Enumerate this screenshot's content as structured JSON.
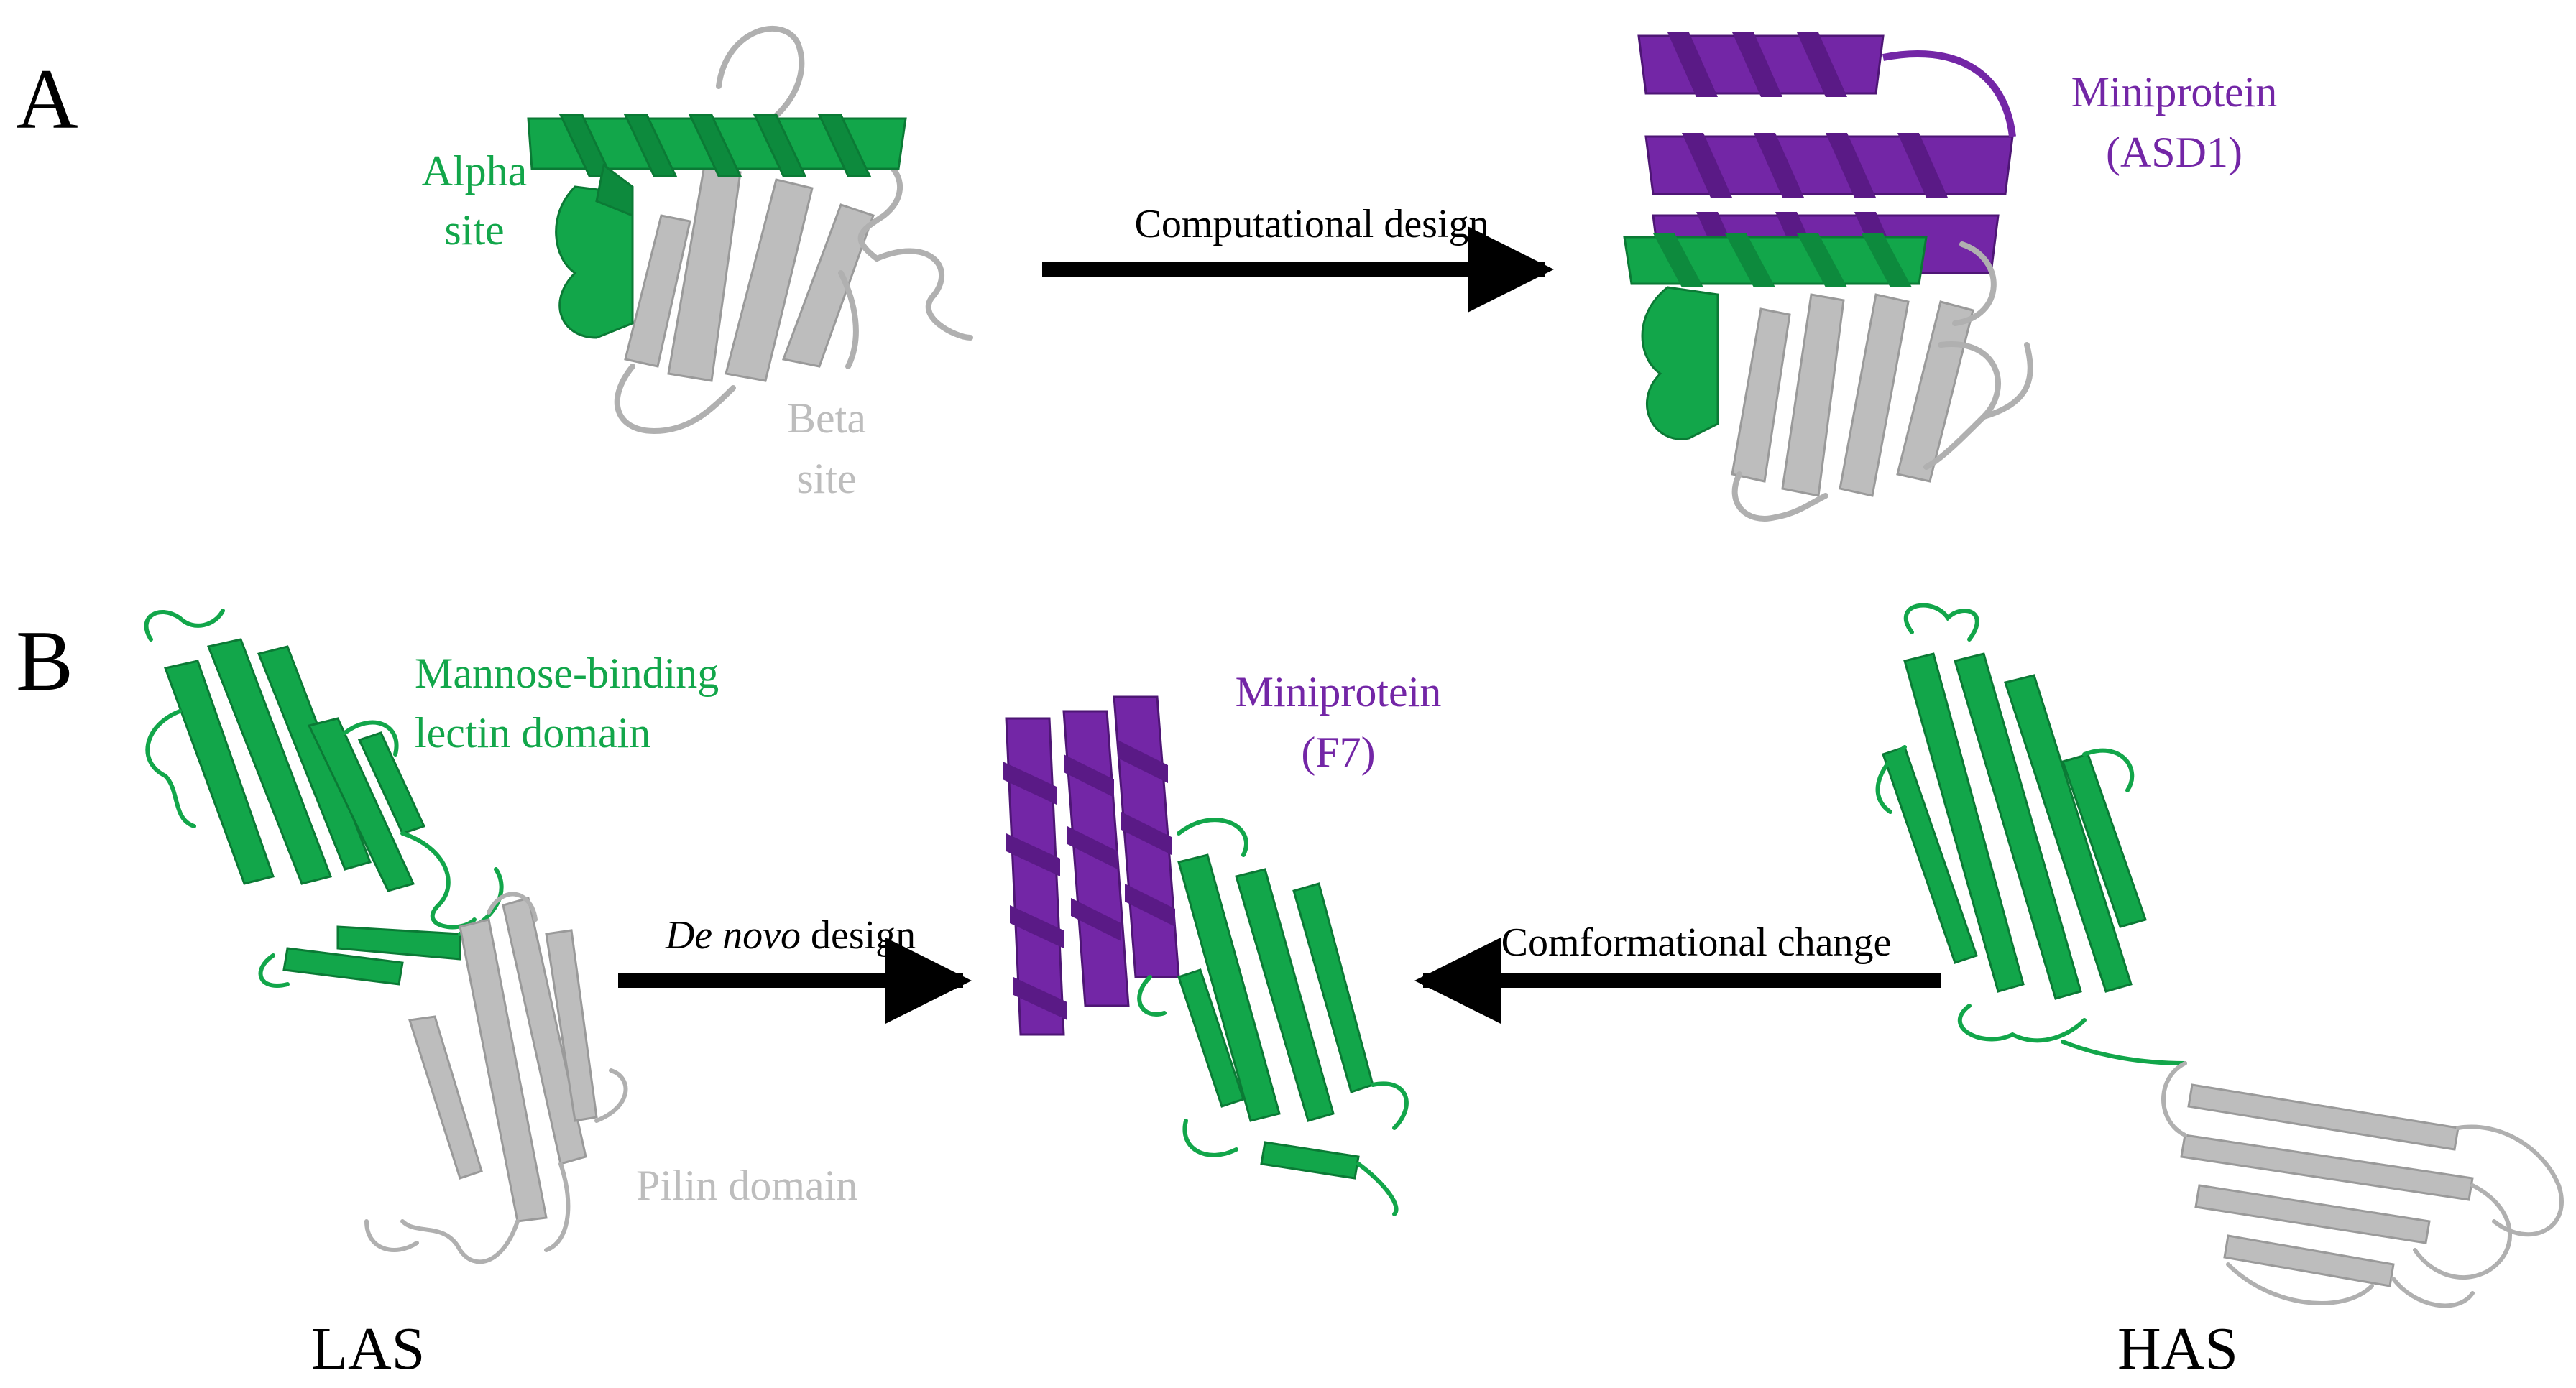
{
  "panels": {
    "A": {
      "letter": "A",
      "alpha_label": [
        "Alpha",
        "site"
      ],
      "beta_label": [
        "Beta",
        "site"
      ],
      "arrow_label": "Computational design",
      "miniprotein_label": [
        "Miniprotein",
        "(ASD1)"
      ]
    },
    "B": {
      "letter": "B",
      "lectin_label": [
        "Mannose-binding",
        "lectin domain"
      ],
      "pilin_label": "Pilin domain",
      "miniprotein_label": [
        "Miniprotein",
        "(F7)"
      ],
      "left_arrow_label_italic": "De novo",
      "left_arrow_label_rest": " design",
      "right_arrow_label": "Comformational change",
      "las_label": "LAS",
      "has_label": "HAS"
    }
  },
  "colors": {
    "green": "#12a64a",
    "gray": "#bdbdbd",
    "purple": "#7326a6",
    "black": "#000000"
  }
}
